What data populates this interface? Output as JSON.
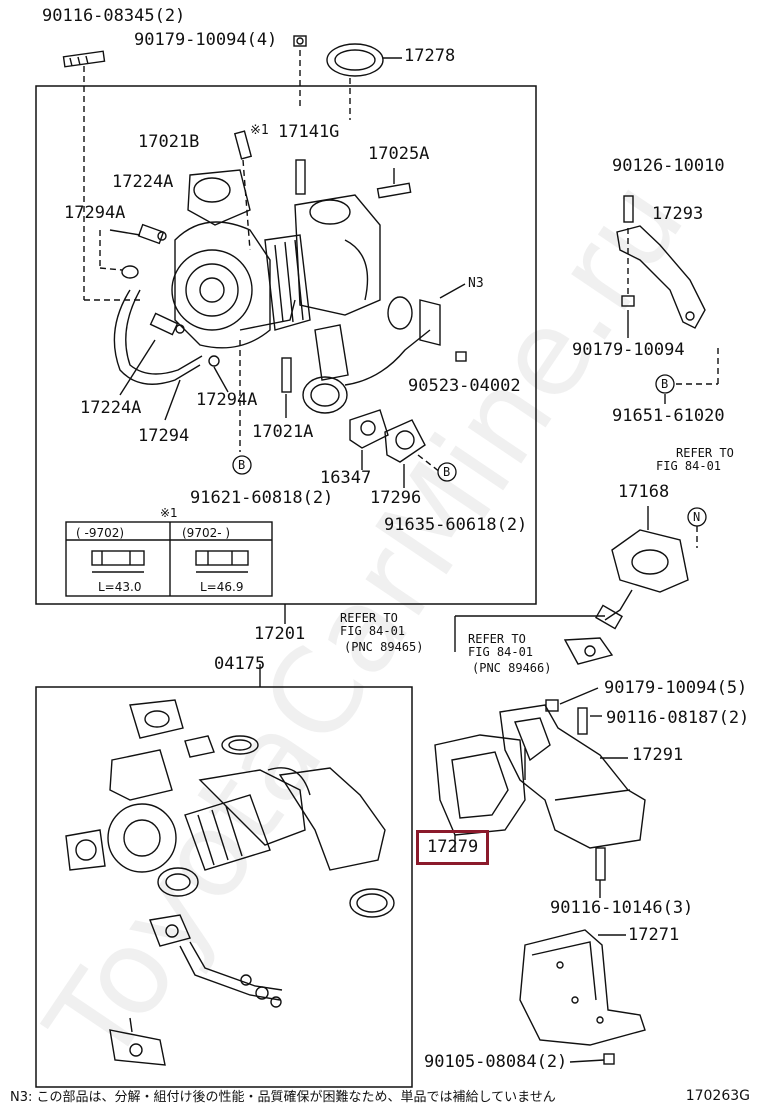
{
  "figure": {
    "id": "170263G",
    "watermark": "ToyotaCarMine.ru",
    "footnote": "N3: この部品は、分解・組付け後の性能・品質確保が困難なため、単品では補給していません",
    "highlight_color": "#8b1a2b"
  },
  "labels": {
    "p90116_08345": "90116-08345(2)",
    "p90179_10094_4": "90179-10094(4)",
    "p17278": "17278",
    "p17021B": "17021B",
    "mark1": "※1",
    "p17141G": "17141G",
    "p17025A": "17025A",
    "p17224A_top": "17224A",
    "p17294A_top": "17294A",
    "n3": "N3",
    "p90523": "90523-04002",
    "p17224A_bot": "17224A",
    "p17294A_bot": "17294A",
    "p17294": "17294",
    "p17021A": "17021A",
    "p16347": "16347",
    "p17296": "17296",
    "p91621": "91621-60818(2)",
    "p91635": "91635-60618(2)",
    "p90126": "90126-10010",
    "p17293": "17293",
    "p90179_10094_r": "90179-10094",
    "p91651": "91651-61020",
    "refer1_a": "REFER TO",
    "refer1_b": "FIG 84-01",
    "p17168": "17168",
    "p17201": "17201",
    "refer2_a": "REFER TO",
    "refer2_b": "FIG 84-01",
    "refer2_c": "(PNC 89465)",
    "refer3_a": "REFER TO",
    "refer3_b": "FIG 84-01",
    "refer3_c": "(PNC 89466)",
    "p04175": "04175",
    "p90179_10094_5": "90179-10094(5)",
    "p90116_08187": "90116-08187(2)",
    "p17291": "17291",
    "p17279": "17279",
    "p90116_10146": "90116-10146(3)",
    "p17271": "17271",
    "p90105": "90105-08084(2)"
  },
  "callouts": {
    "B": "B",
    "N": "N"
  },
  "stud_table": {
    "title": "※1",
    "col1_header": "(  -9702)",
    "col2_header": "(9702-  )",
    "col1_value": "L=43.0",
    "col2_value": "L=46.9"
  }
}
